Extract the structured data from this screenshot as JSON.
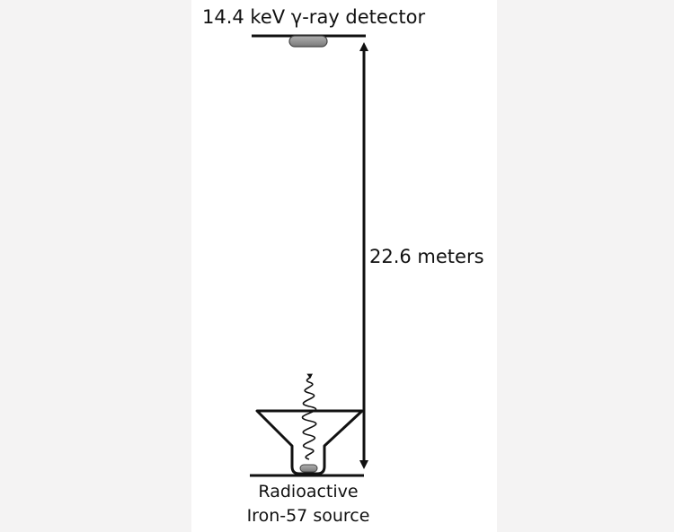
{
  "detector_label": "14.4 keV γ-ray detector",
  "distance_label": "22.6 meters",
  "source_label_line1": "Radioactive",
  "source_label_line2": "Iron-57 source",
  "colors": {
    "background": "#f4f3f3",
    "panel": "#ffffff",
    "line": "#111111",
    "capsule": "#8a8a8a"
  }
}
